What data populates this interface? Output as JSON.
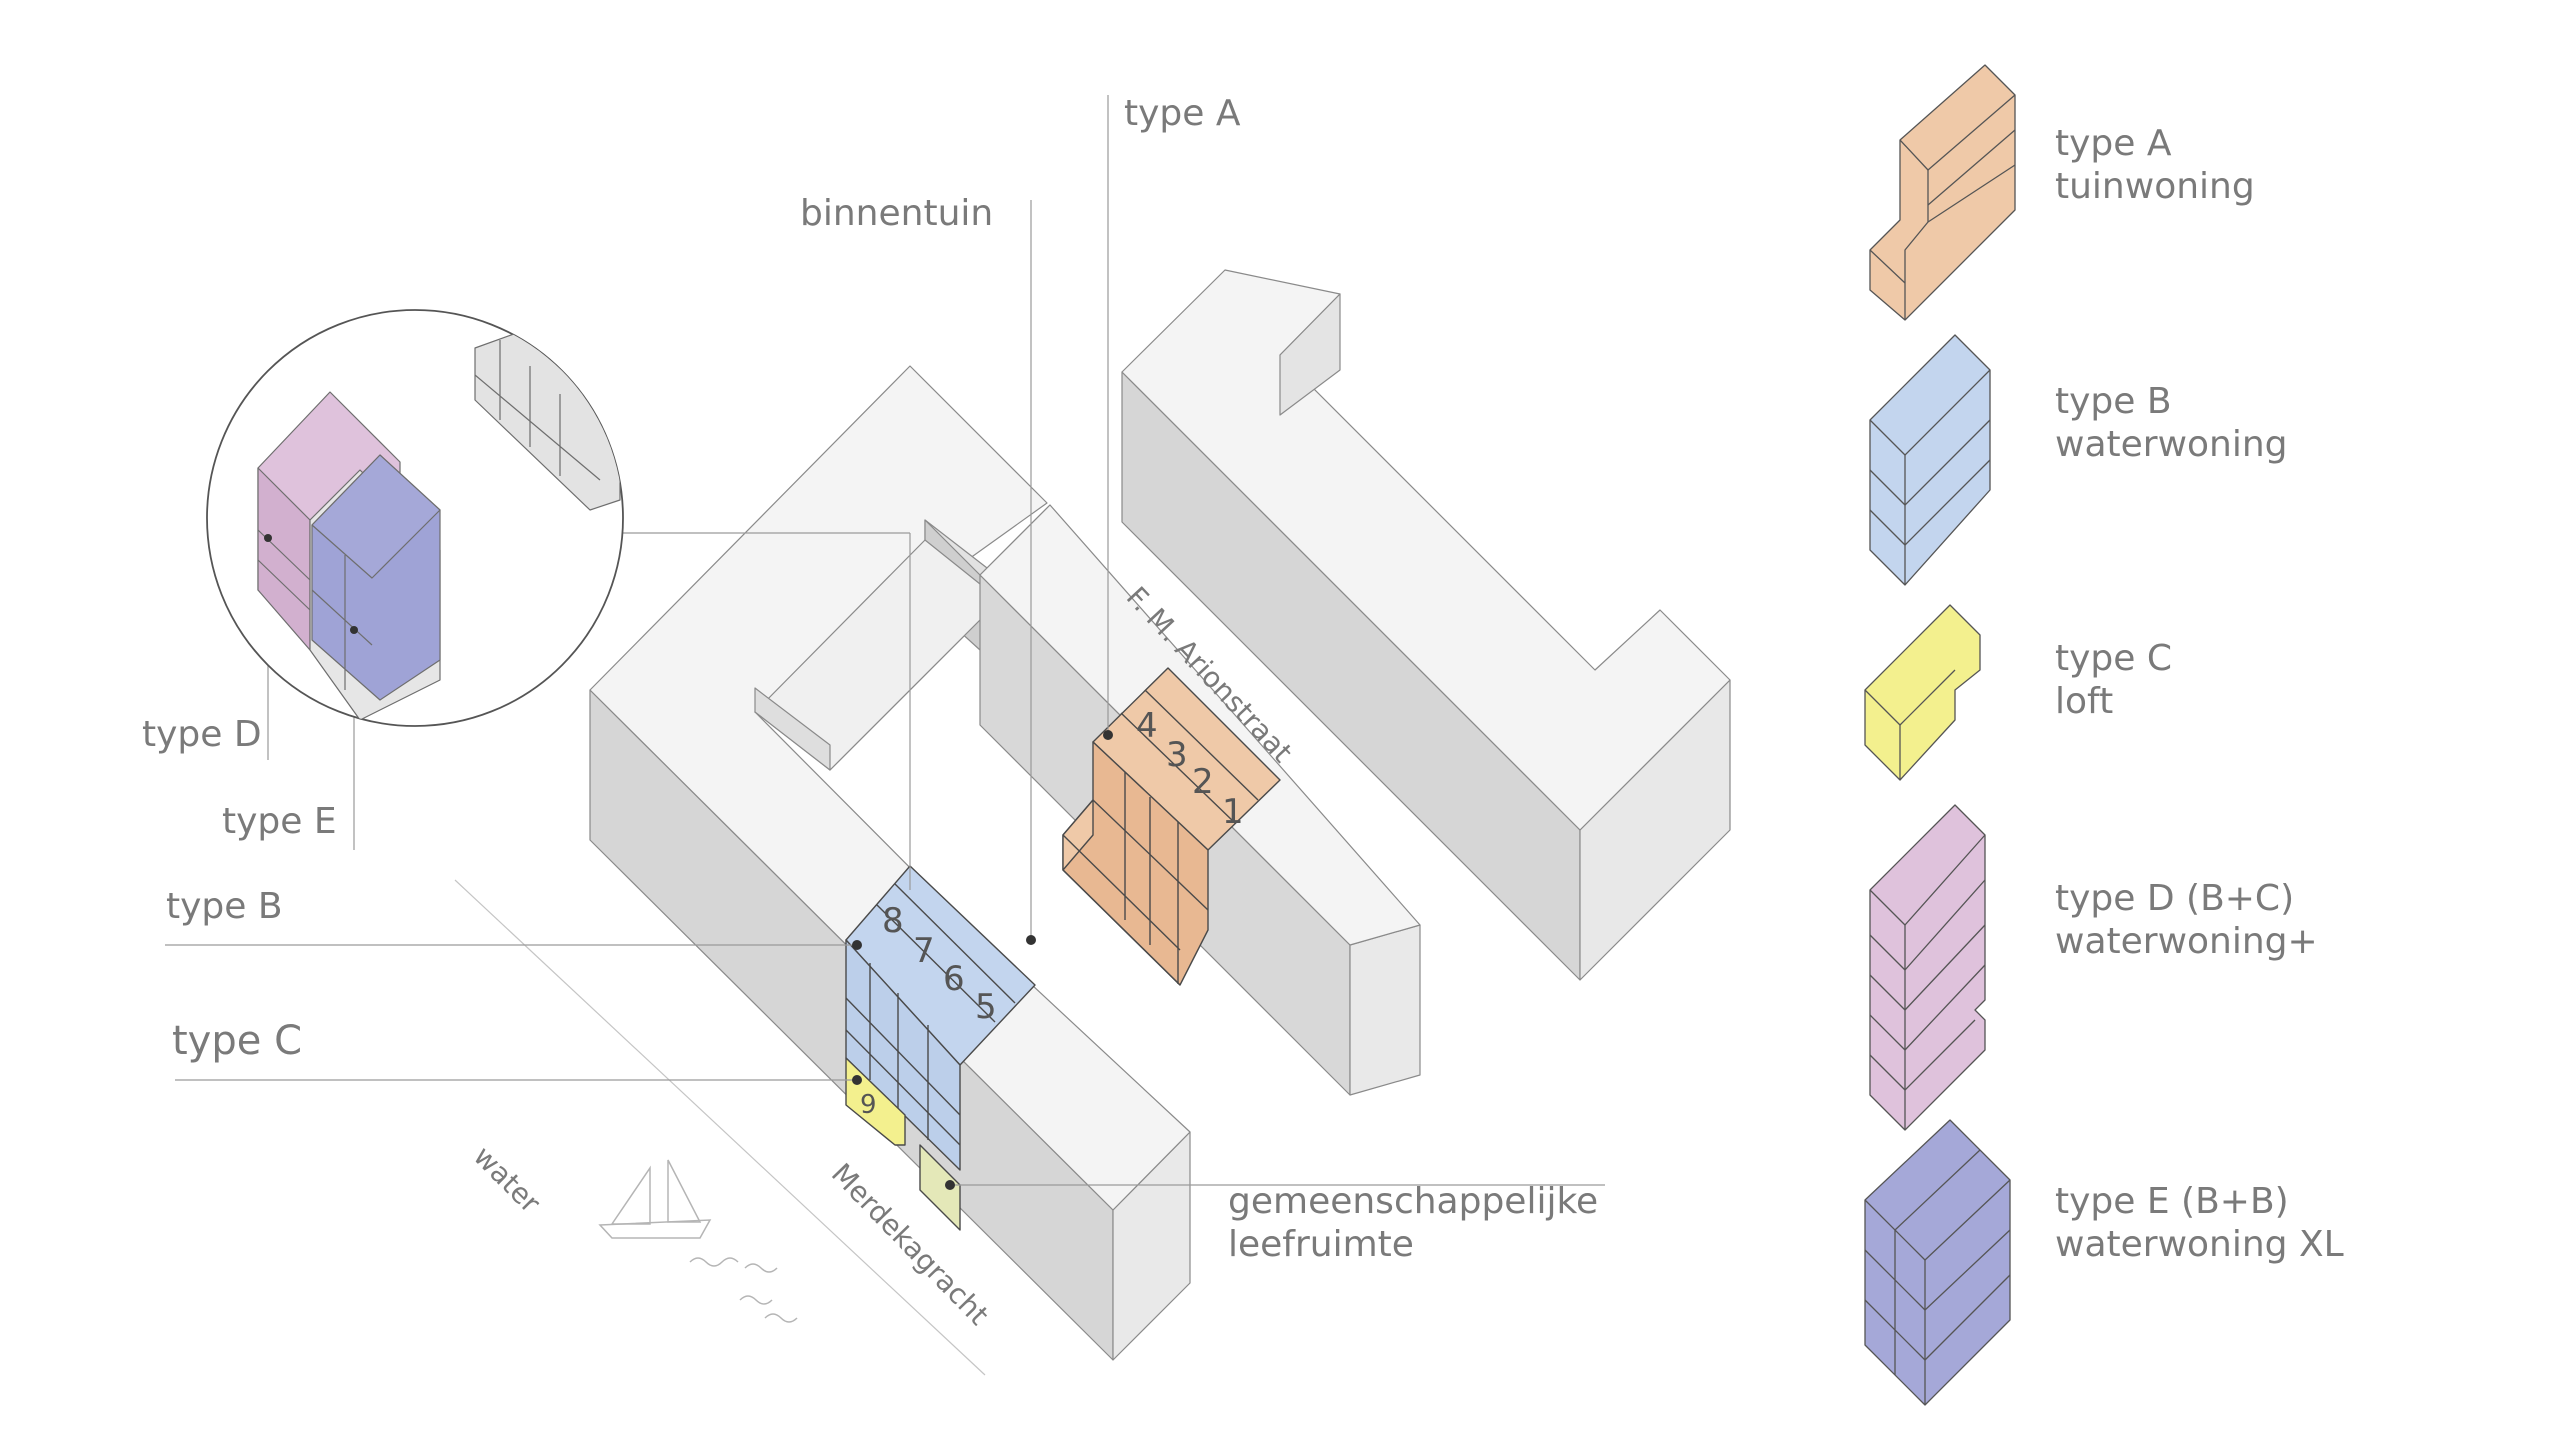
{
  "labels": {
    "type_a": "type A",
    "binnentuin": "binnentuin",
    "type_d": "type D",
    "type_e": "type E",
    "type_b": "type B",
    "type_c": "type C",
    "street_arion": "F. M. Arionstraat",
    "water": "water",
    "merdekagracht": "Merdekagracht",
    "gemeenschappelijke_line1": "gemeenschappelijke",
    "gemeenschappelijke_line2": "leefruimte"
  },
  "unit_numbers": [
    "1",
    "2",
    "3",
    "4",
    "5",
    "6",
    "7",
    "8",
    "9"
  ],
  "legend": [
    {
      "title": "type A",
      "subtitle": "tuinwoning",
      "color": "#efc9a8"
    },
    {
      "title": "type B",
      "subtitle": "waterwoning",
      "color": "#c3d5ee"
    },
    {
      "title": "type C",
      "subtitle": "loft",
      "color": "#f3f08e"
    },
    {
      "title": "type D (B+C)",
      "subtitle": "waterwoning+",
      "color": "#dfc2dc"
    },
    {
      "title": "type E (B+B)",
      "subtitle": "waterwoning XL",
      "color": "#a5a8d8"
    }
  ],
  "colors": {
    "building_top": "#f4f4f4",
    "building_left": "#d6d6d6",
    "building_right": "#e8e8e8",
    "stroke": "#7d7d7d"
  }
}
